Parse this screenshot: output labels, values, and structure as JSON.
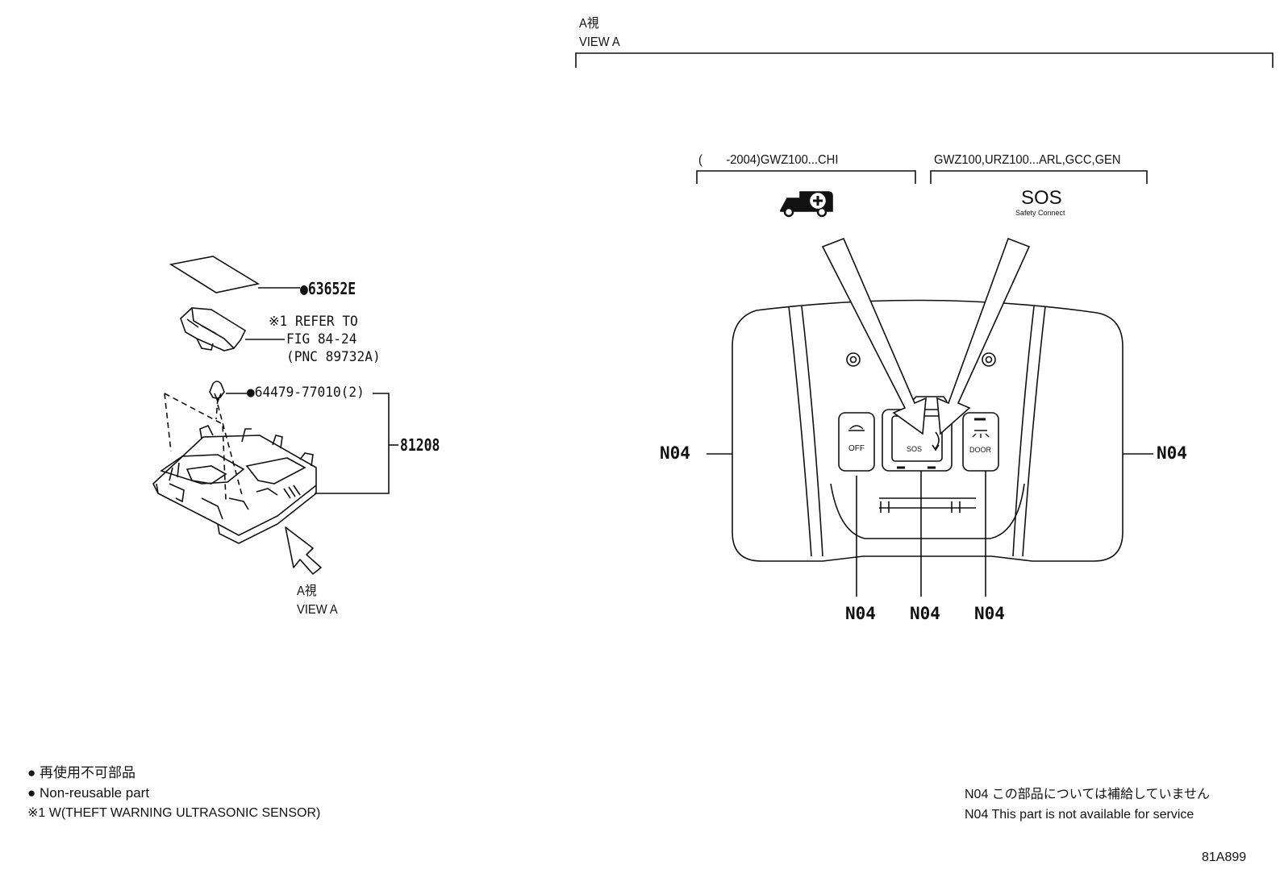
{
  "view_a_heading": {
    "jp": "A視",
    "en": "VIEW A"
  },
  "variants": {
    "left": {
      "label": "(　　-2004)GWZ100...CHI"
    },
    "right": {
      "label": "GWZ100,URZ100...ARL,GCC,GEN",
      "sos": "SOS",
      "sos_sub": "Safety Connect"
    }
  },
  "parts": {
    "p63652e": "●63652E",
    "refer_line1": "※1 REFER TO",
    "refer_line2": "FIG 84-24",
    "refer_line3": "(PNC 89732A)",
    "p64479": "●64479-77010(2)",
    "p81208": "81208"
  },
  "view_a_arrow_label": {
    "jp": "A視",
    "en": "VIEW A"
  },
  "console": {
    "n04_left": "N04",
    "n04_right": "N04",
    "n04_bottom_1": "N04",
    "n04_bottom_2": "N04",
    "n04_bottom_3": "N04",
    "button_off": "OFF",
    "button_sos": "SOS",
    "button_door": "DOOR"
  },
  "legend": {
    "jp": "● 再使用不可部品",
    "en": "● Non-reusable part",
    "note1": "※1 W(THEFT WARNING ULTRASONIC SENSOR)"
  },
  "n04_note": {
    "jp": "N04 この部品については補給していません",
    "en": "N04 This part is not available for service"
  },
  "figure_code": "81A899"
}
